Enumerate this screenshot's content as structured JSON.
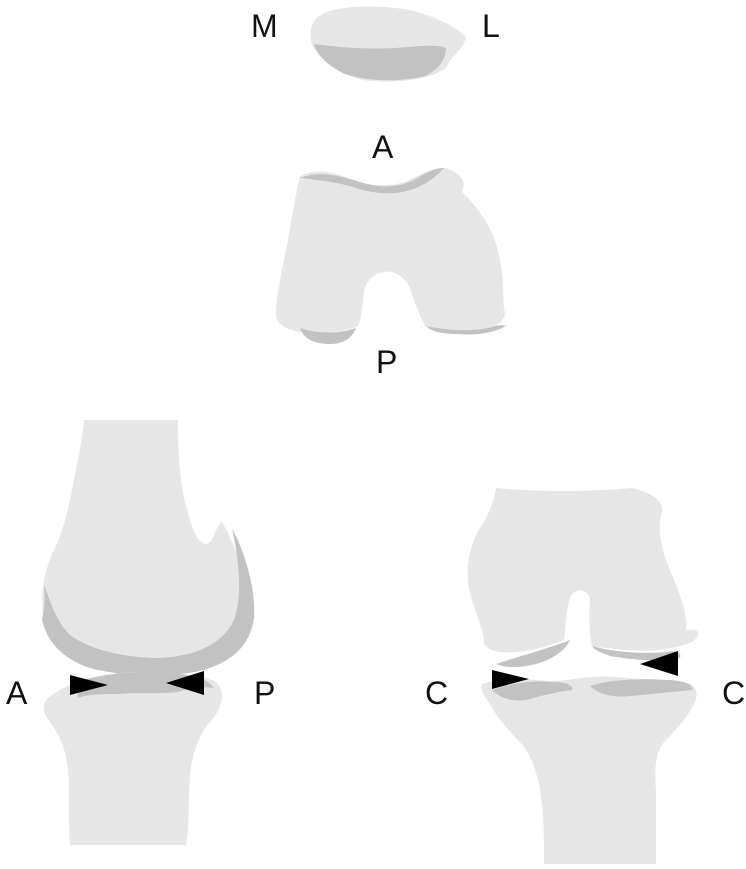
{
  "figure": {
    "background": "#ffffff",
    "bone_color": "#e6e6e6",
    "cartilage_color": "#c2c2c2",
    "arrowhead_color": "#000000"
  },
  "patella_view": {
    "label_left": "M",
    "label_right": "L"
  },
  "femur_axial_view": {
    "label_top": "A",
    "label_bottom": "P"
  },
  "sagittal_view": {
    "label_left": "A",
    "label_right": "P"
  },
  "coronal_view": {
    "label_left": "C",
    "label_right": "C"
  }
}
